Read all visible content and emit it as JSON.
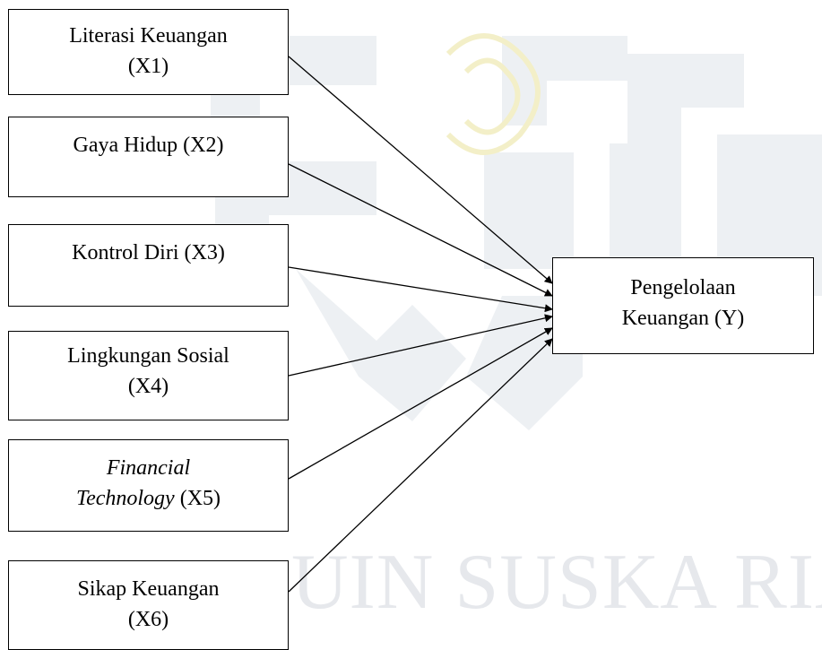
{
  "watermark": {
    "text": "UIN SUSKA RIAU",
    "color": "#e6e8ec",
    "icon": "uin-suska-logo-watermark"
  },
  "nodes": {
    "x1": {
      "line1": "Literasi Keuangan",
      "line2": "(X1)"
    },
    "x2": {
      "line1": "Gaya Hidup (X2)"
    },
    "x3": {
      "line1": "Kontrol Diri (X3)"
    },
    "x4": {
      "line1": "Lingkungan Sosial",
      "line2": "(X4)"
    },
    "x5": {
      "line1": "Financial",
      "line2_italic": "Technology",
      "line2_rest": " (X5)"
    },
    "x6": {
      "line1": "Sikap Keuangan",
      "line2": "(X6)"
    },
    "y": {
      "line1": "Pengelolaan",
      "line2": "Keuangan (Y)"
    }
  },
  "edges": [
    {
      "from": "x1",
      "to": "y"
    },
    {
      "from": "x2",
      "to": "y"
    },
    {
      "from": "x3",
      "to": "y"
    },
    {
      "from": "x4",
      "to": "y"
    },
    {
      "from": "x5",
      "to": "y"
    },
    {
      "from": "x6",
      "to": "y"
    }
  ]
}
